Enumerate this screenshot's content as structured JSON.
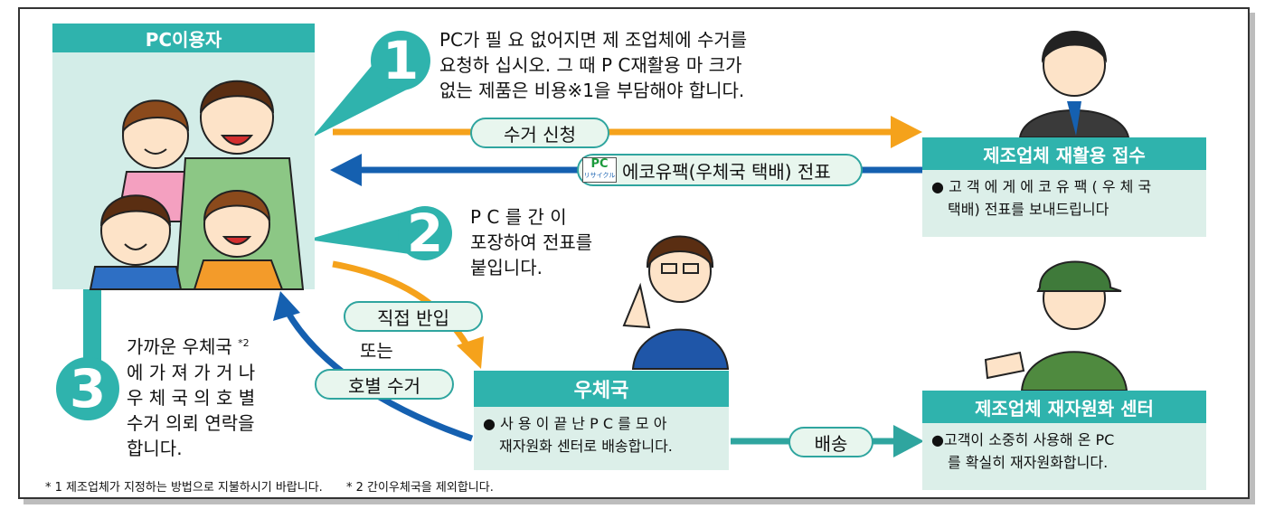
{
  "user_box": {
    "header": "PC이용자"
  },
  "step1": {
    "number": "1",
    "text_lines": [
      "PC가 필 요 없어지면 제 조업체에 수거를",
      "요청하 십시오. 그 때 P C재활용 마 크가",
      "없는 제품은 비용※1을 부담해야 합니다."
    ]
  },
  "step2": {
    "number": "2",
    "text_lines": [
      "P C 를 간 이",
      "포장하여 전표를",
      "붙입니다."
    ]
  },
  "step3": {
    "number": "3",
    "text_line1": "가까운 우체국",
    "text_line1_mark": "*2",
    "text_lines": [
      "에 가 져 가 거 나",
      "우 체 국 의 호 별",
      "수거 의뢰 연락을",
      "합니다."
    ]
  },
  "arrows": {
    "collection_request": "수거 신청",
    "eco_slip": "에코유팩(우체국 택배) 전표",
    "direct_dropoff": "직접 반입",
    "or": "또는",
    "home_pickup": "호별 수거",
    "delivery": "배송"
  },
  "pc_logo": {
    "main": "PC",
    "sub": "リサイクル"
  },
  "manufacturer_reception": {
    "header": "제조업체 재활용 접수",
    "bullet": "●",
    "text_lines": [
      "고 객 에 게 에 코 유 팩 ( 우 체 국",
      "택배) 전표를 보내드립니다"
    ]
  },
  "post_office": {
    "header": "우체국",
    "bullet": "●",
    "text_lines": [
      "사 용 이 끝 난 P C 를 모 아",
      "재자원화 센터로 배송합니다."
    ]
  },
  "recycling_center": {
    "header": "제조업체 재자원화 센터",
    "bullet": "●",
    "text_lines": [
      "고객이 소중히 사용해 온 PC",
      "를 확실히 재자원화합니다."
    ]
  },
  "footnotes": {
    "note1": "* 1 제조업체가 지정하는 방법으로 지불하시기 바랍니다.",
    "note2": "* 2 간이우체국을 제외합니다."
  },
  "colors": {
    "teal": "#2fb3ad",
    "panel": "#dcefe9",
    "orange": "#f5a21b",
    "blue": "#1560b0"
  }
}
